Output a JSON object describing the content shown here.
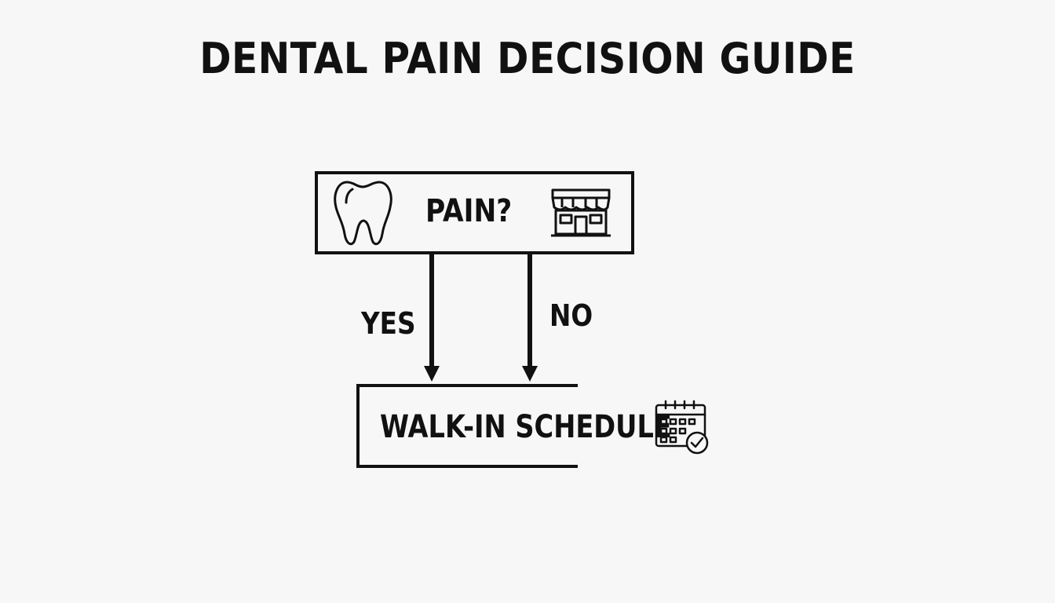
{
  "title": "DENTAL PAIN DECISION GUIDE",
  "decision": {
    "question": "PAIN?",
    "left_icon": "tooth-icon",
    "right_icon": "storefront-icon"
  },
  "branches": {
    "yes_label": "YES",
    "no_label": "NO"
  },
  "action": {
    "label": "WALK-IN SCHEDULE",
    "icon": "calendar-check-icon"
  },
  "colors": {
    "background": "#f7f7f7",
    "ink": "#111111"
  }
}
